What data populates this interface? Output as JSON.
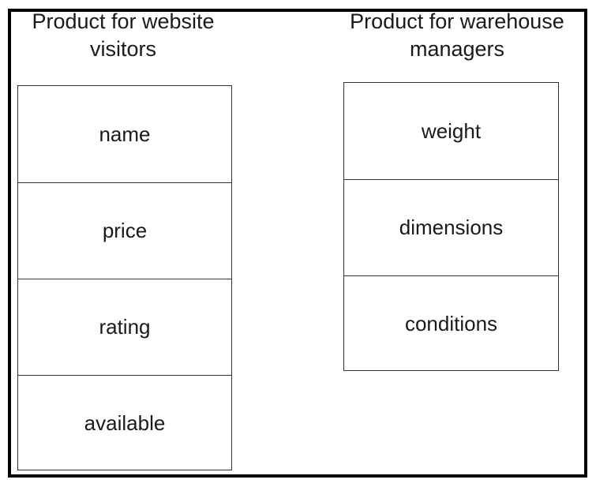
{
  "groups": {
    "website": {
      "title": "Product for website\nvisitors",
      "fields": [
        "name",
        "price",
        "rating",
        "available"
      ]
    },
    "warehouse": {
      "title": "Product for warehouse\nmanagers",
      "fields": [
        "weight",
        "dimensions",
        "conditions"
      ]
    }
  }
}
